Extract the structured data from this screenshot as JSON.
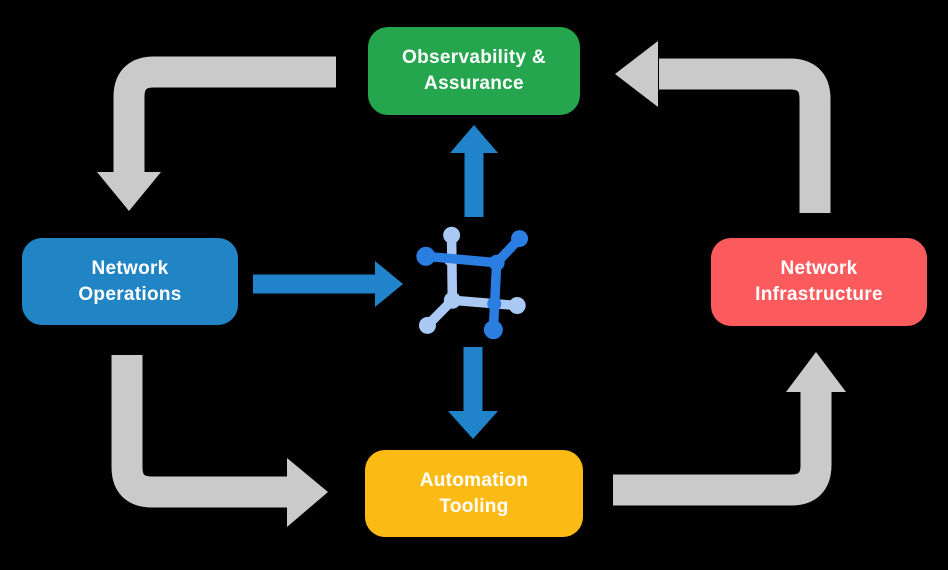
{
  "diagram_type": "cyclic-flow-diagram",
  "nodes": {
    "observability": {
      "lines": [
        "Observability &",
        "Assurance"
      ],
      "color": "#25A64E"
    },
    "operations": {
      "lines": [
        "Network",
        "Operations"
      ],
      "color": "#2185C5"
    },
    "infrastructure": {
      "lines": [
        "Network",
        "Infrastructure"
      ],
      "color": "#FC5B5E"
    },
    "automation": {
      "lines": [
        "Automation",
        "Tooling"
      ],
      "color": "#FCBA15"
    }
  },
  "center_icon": {
    "name": "network-mesh-icon"
  },
  "arrows": {
    "gray_cycle": [
      "observability-to-operations",
      "operations-to-automation",
      "automation-to-infrastructure",
      "infrastructure-to-observability"
    ],
    "blue": [
      "operations-to-center",
      "center-to-observability",
      "center-to-automation"
    ]
  },
  "colors": {
    "background": "#000000",
    "text": "#FFFFFF",
    "arrow_gray": "#CACACA",
    "arrow_blue": "#2183C9",
    "icon_dark": "#2A7DE1",
    "icon_light": "#A9C8F4"
  }
}
